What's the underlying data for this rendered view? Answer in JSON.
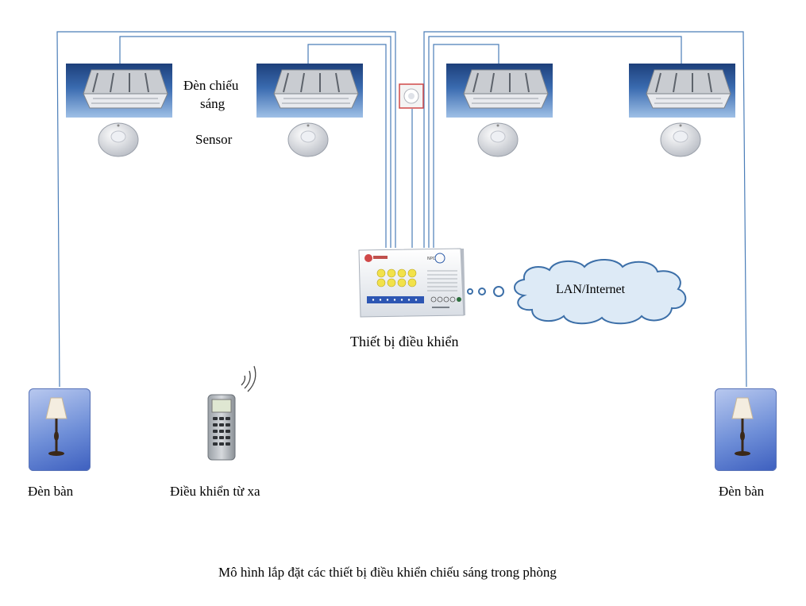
{
  "labels": {
    "ceiling_light": "Đèn chiếu\nsáng",
    "ceiling_light_line1": "Đèn chiếu",
    "ceiling_light_line2": "sáng",
    "sensor": "Sensor",
    "controller": "Thiết bị điều khiển",
    "network": "LAN/Internet",
    "table_lamp_left": "Đèn bàn",
    "table_lamp_right": "Đèn bàn",
    "remote": "Điều khiển từ xa",
    "caption": "Mô hình lắp đặt các thiết bị điều khiển chiếu sáng trong phòng"
  },
  "colors": {
    "wire": "#4a7db8",
    "cloud_fill": "#ddeaf6",
    "cloud_stroke": "#3c6fa8",
    "dot": "#3c6fa8"
  },
  "icons": {
    "ceiling_light": "fluorescent-panel-icon",
    "sensor": "motion-sensor-icon",
    "controller": "controller-unit-icon",
    "remote": "remote-control-icon",
    "table_lamp": "table-lamp-icon",
    "cloud": "cloud-icon"
  }
}
